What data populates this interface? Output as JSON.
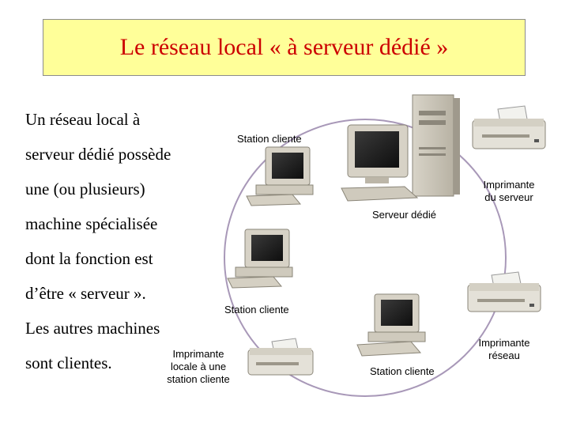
{
  "title": "Le réseau local « à serveur dédié »",
  "body_lines": [
    "Un réseau local à",
    "serveur dédié possède",
    "une (ou plusieurs)",
    "machine spécialisée",
    "dont la fonction est",
    "d’être « serveur ».",
    "Les autres machines",
    "sont clientes."
  ],
  "labels": {
    "station_top": "Station cliente",
    "server": "Serveur dédié",
    "printer_server_1": "Imprimante",
    "printer_server_2": "du serveur",
    "station_middle": "Station cliente",
    "printer_local_1": "Imprimante",
    "printer_local_2": "locale à une",
    "printer_local_3": "station cliente",
    "station_bottom": "Station cliente",
    "printer_network_1": "Imprimante",
    "printer_network_2": "réseau"
  },
  "colors": {
    "title_bg": "#ffff99",
    "title_text": "#cc0000",
    "network_ring": "#a898b8"
  }
}
